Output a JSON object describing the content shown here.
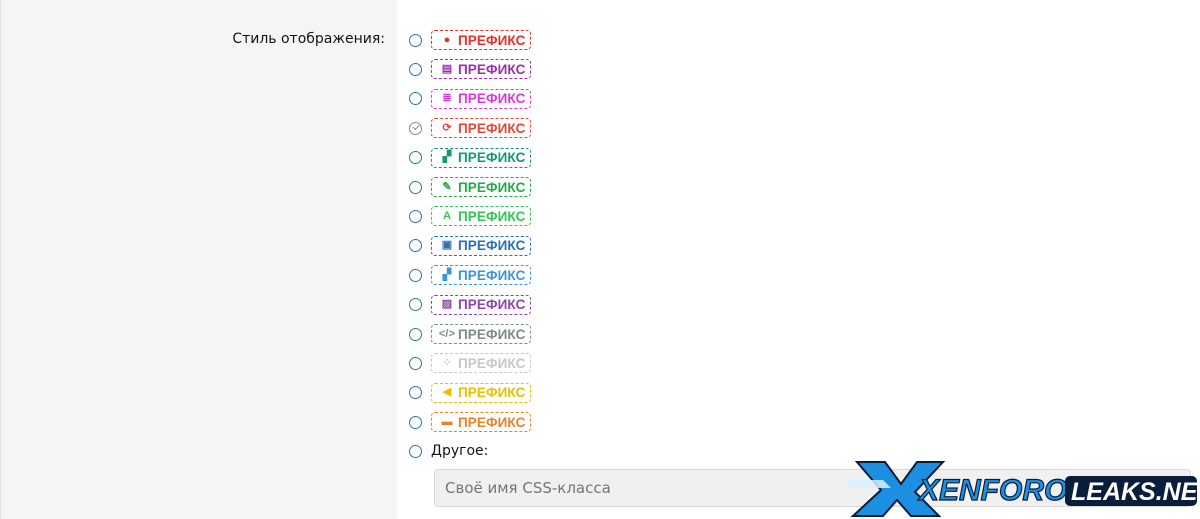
{
  "form": {
    "display_style_label": "Стиль отображения:",
    "prefix_text": "ПРЕФИКС",
    "options": [
      {
        "color": "#e03131",
        "icon": "apple-icon",
        "glyph": "●",
        "checked": false
      },
      {
        "color": "#9b2fae",
        "icon": "id-card-icon",
        "glyph": "▤",
        "checked": false
      },
      {
        "color": "#d63adb",
        "icon": "database-icon",
        "glyph": "≣",
        "checked": false
      },
      {
        "color": "#dc4a3a",
        "icon": "refresh-icon",
        "glyph": "⟳",
        "checked": true
      },
      {
        "color": "#16967a",
        "icon": "puzzle-icon",
        "glyph": "▞",
        "checked": false
      },
      {
        "color": "#27a84a",
        "icon": "brush-icon",
        "glyph": "✎",
        "checked": false
      },
      {
        "color": "#34c25a",
        "icon": "translate-icon",
        "glyph": "A",
        "checked": false
      },
      {
        "color": "#2a6fb8",
        "icon": "language-icon",
        "glyph": "▣",
        "checked": false
      },
      {
        "color": "#3a95db",
        "icon": "puzzle-icon",
        "glyph": "▞",
        "checked": false
      },
      {
        "color": "#8e44ad",
        "icon": "image-icon",
        "glyph": "▨",
        "checked": false
      },
      {
        "color": "#7c8a8c",
        "icon": "code-icon",
        "glyph": "</>",
        "checked": false
      },
      {
        "color": "#c3c8c9",
        "icon": "sitemap-icon",
        "glyph": "⁘",
        "checked": false
      },
      {
        "color": "#e5c100",
        "icon": "megaphone-icon",
        "glyph": "◀",
        "checked": false
      },
      {
        "color": "#e5832a",
        "icon": "credit-card-icon",
        "glyph": "▬",
        "checked": false
      }
    ],
    "other_label": "Другое:",
    "css_class_placeholder": "Своё имя CSS-класса"
  },
  "watermark": {
    "prefix": "XENFORO",
    "suffix": "LEAKS.NET",
    "colors": {
      "blue": "#1c8fe0",
      "dark": "#0a1e3c"
    }
  }
}
